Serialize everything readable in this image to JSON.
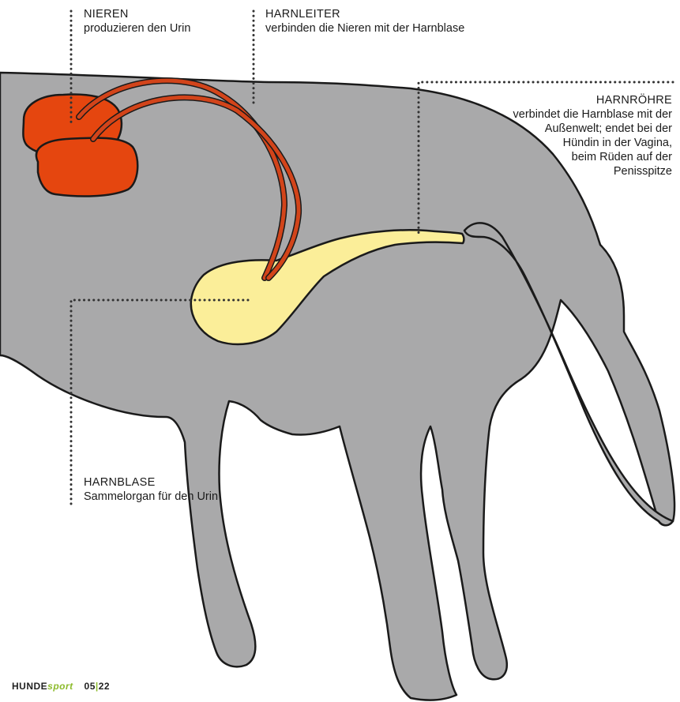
{
  "colors": {
    "body": "#a9a9aa",
    "outline": "#1a1a1a",
    "kidney": "#e5460f",
    "ureter": "#d2441a",
    "bladder": "#fbee99",
    "leader": "#333333",
    "brand_accent": "#8dbb2c"
  },
  "labels": {
    "nieren": {
      "title": "NIEREN",
      "desc": "produzieren den Urin"
    },
    "harnleiter": {
      "title": "HARNLEITER",
      "desc": "verbinden die Nieren mit der Harnblase"
    },
    "harnroehre": {
      "title": "HARNRÖHRE",
      "desc": "verbindet die Harnblase mit der\nAußenwelt; endet bei der\nHündin in der Vagina,\nbeim Rüden auf der\nPenisspitze"
    },
    "harnblase": {
      "title": "HARNBLASE",
      "desc": "Sammelorgan für den Urin"
    }
  },
  "footer": {
    "brand_main": "HUNDE",
    "brand_accent": "sport",
    "issue_left": "05",
    "issue_sep": "|",
    "issue_right": "22"
  }
}
